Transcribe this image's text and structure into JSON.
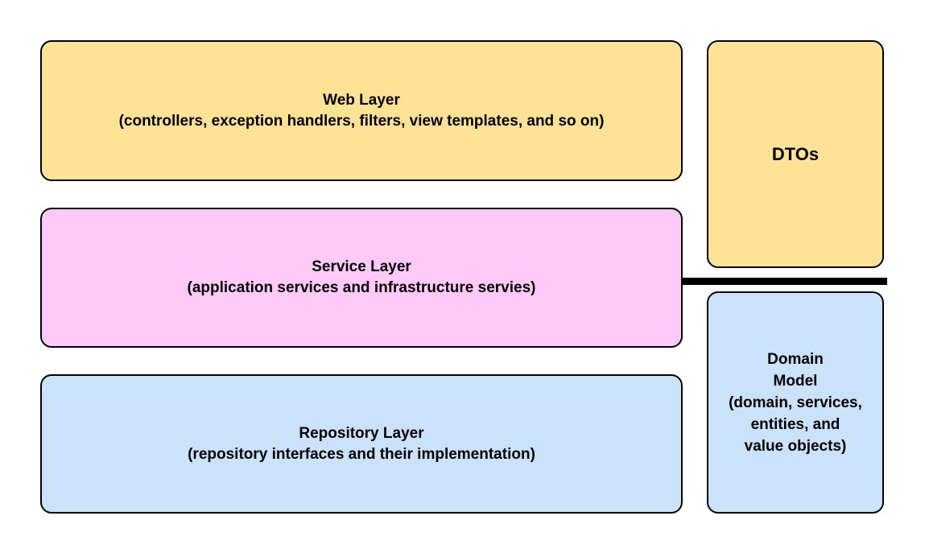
{
  "diagram": {
    "background": "#ffffff",
    "colors": {
      "yellow": "#FFE296",
      "pink": "#FFC9F8",
      "blue": "#CAE2FA",
      "border": "#000000",
      "text": "#000000",
      "divider": "#000000"
    },
    "left_column": [
      {
        "title": "Web Layer",
        "subtitle": "(controllers, exception handlers, filters, view templates, and so on)"
      },
      {
        "title": "Service Layer",
        "subtitle": "(application services and infrastructure servies)"
      },
      {
        "title": "Repository Layer",
        "subtitle": "(repository interfaces and their implementation)"
      }
    ],
    "right_column": [
      {
        "title": "DTOs"
      },
      {
        "title": "Domain\nModel",
        "subtitle": "(domain, services,\nentities, and\nvalue objects)"
      }
    ]
  }
}
